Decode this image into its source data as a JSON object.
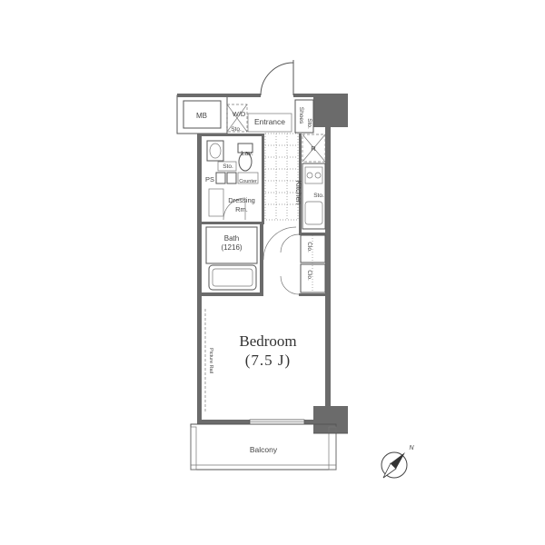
{
  "rooms": {
    "mb": "MB",
    "wd": "W/D",
    "entrance": "Entrance",
    "shoes": "Shoes",
    "sto_entry": "Sto.",
    "lav": "Lav.",
    "sto_lav": "Sto.",
    "r": "R",
    "ps": "PS",
    "counter": "Counter",
    "dressing": "Dressing",
    "dressing_rm": "Rm.",
    "kitchen": "Kitchen",
    "sto_kitchen": "Sto.",
    "bath": "Bath",
    "bath_size": "(1216)",
    "clo_1": "Clo.",
    "clo_2": "Clo.",
    "picture_rail": "Picture Rail",
    "bedroom": "Bedroom",
    "bedroom_size": "(7.5 J)",
    "balcony": "Balcony"
  },
  "compass": {
    "north": "N"
  }
}
